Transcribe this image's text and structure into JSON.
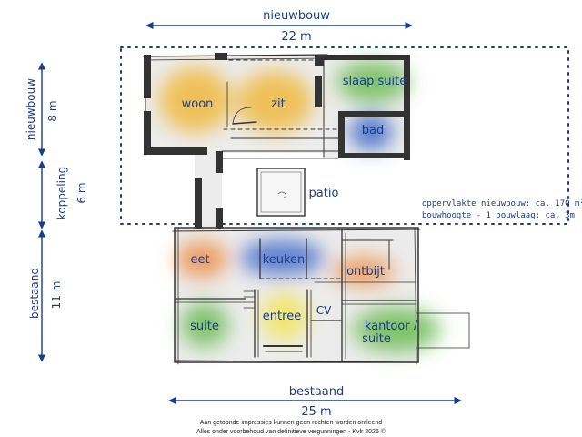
{
  "dimensions": {
    "top_title": "nieuwbouw",
    "top_width": "22 m",
    "left_new_title": "nieuwbouw",
    "left_new_length": "8 m",
    "left_link_title": "koppeling",
    "left_link_length": "6 m",
    "left_existing_title": "bestaand",
    "left_existing_length": "11 m",
    "bottom_title": "bestaand",
    "bottom_width": "25 m"
  },
  "rooms": {
    "woon": "woon",
    "zit": "zit",
    "slaap_suite": "slaap suite",
    "bad": "bad",
    "patio": "patio",
    "eet": "eet",
    "keuken": "keuken",
    "ontbijt": "ontbijt",
    "suite": "suite",
    "entree": "entree",
    "cv": "CV",
    "kantoor_line1": "kantoor /",
    "kantoor_line2": "suite"
  },
  "info": {
    "line1": "oppervlakte nieuwbouw:  ca. 170 m²",
    "line2": "bouwhoogte - 1 bouwlaag: ca. 3m"
  },
  "footer": {
    "line1": "Aan getoonde impressies kunnen geen rechten worden ontleend",
    "line2": "Alles onder voorbehoud van definitieve vergunningen - Kvlr 2026 ©"
  },
  "colors": {
    "accent": "#1a3d8f",
    "warm": "#f0b840",
    "orange": "#ee9450",
    "green": "#6cbb54",
    "blue": "#4068c8",
    "yellow": "#f2e668",
    "wall": "#333333"
  }
}
